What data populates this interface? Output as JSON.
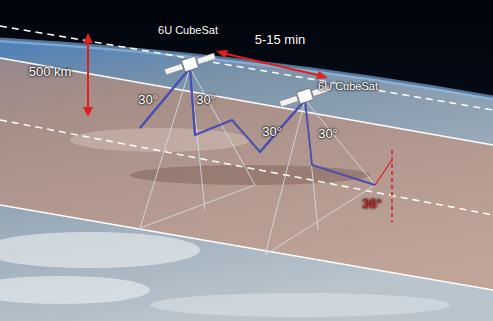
{
  "diagram": {
    "labels": [
      "6U CubeSat",
      "6U CubeSat",
      "5-15 min",
      "500 km",
      "30°",
      "30°",
      "30°",
      "30°",
      "36°"
    ]
  }
}
